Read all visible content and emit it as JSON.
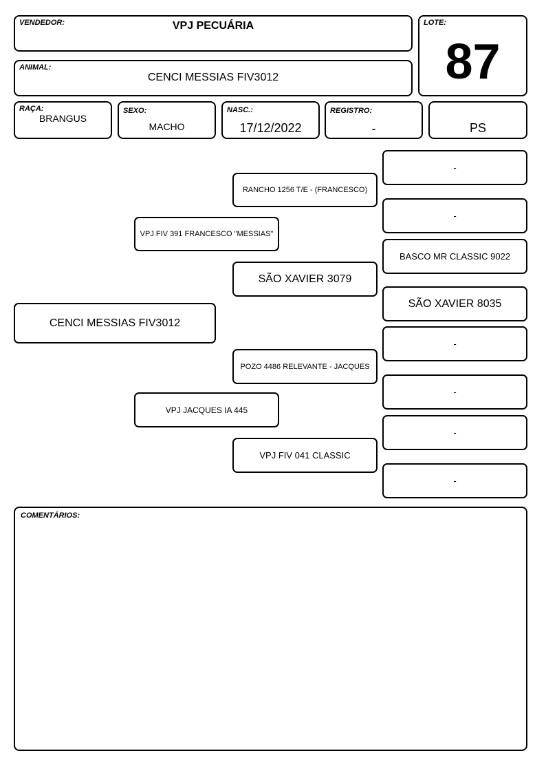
{
  "header": {
    "vendedor_label": "VENDEDOR:",
    "vendedor": "VPJ PECUÁRIA",
    "lote_label": "LOTE:",
    "lote": "87",
    "animal_label": "ANIMAL:",
    "animal": "CENCI MESSIAS FIV3012"
  },
  "info": {
    "raca_label": "RAÇA:",
    "raca": "BRANGUS",
    "sexo_label": "SEXO:",
    "sexo": "MACHO",
    "nasc_label": "NASC.:",
    "nasc": "17/12/2022",
    "registro_label": "REGISTRO:",
    "registro": "-",
    "categoria": "PS"
  },
  "pedigree": {
    "animal": "CENCI MESSIAS FIV3012",
    "sire": "VPJ FIV 391 FRANCESCO \"MESSIAS\"",
    "dam": "VPJ JACQUES IA 445",
    "sire_sire": "RANCHO 1256 T/E  - (FRANCESCO)",
    "sire_dam": "SÃO XAVIER 3079",
    "dam_sire": "POZO 4486 RELEVANTE - JACQUES",
    "dam_dam": "VPJ FIV 041 CLASSIC",
    "gg": [
      "-",
      "-",
      "BASCO MR CLASSIC 9022",
      "SÃO XAVIER 8035",
      "-",
      "-",
      "-",
      "-"
    ]
  },
  "comments": {
    "label": "COMENTÁRIOS:",
    "text": ""
  }
}
